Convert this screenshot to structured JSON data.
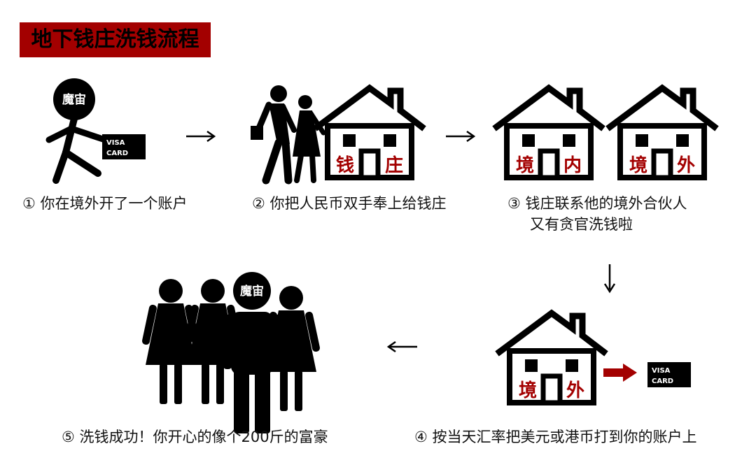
{
  "title": "地下钱庄洗钱流程",
  "steps": [
    {
      "num": "①",
      "text": "你在境外开了一个账户"
    },
    {
      "num": "②",
      "text": "你把人民币双手奉上给钱庄"
    },
    {
      "num": "③",
      "text": "钱庄联系他的境外合伙人",
      "text2": "又有贪官洗钱啦"
    },
    {
      "num": "④",
      "text": "按当天汇率把美元或港币打到你的账户上"
    },
    {
      "num": "⑤",
      "text": "洗钱成功！你开心的像个200斤的富豪"
    }
  ],
  "badge": "魔宙",
  "card": {
    "line1": "VISA",
    "line2": "CARD"
  },
  "houses": {
    "bank": [
      "钱",
      "庄"
    ],
    "domestic": [
      "境",
      "内"
    ],
    "foreign": [
      "境",
      "外"
    ]
  },
  "colors": {
    "accent": "#a30000",
    "ink": "#000000"
  }
}
